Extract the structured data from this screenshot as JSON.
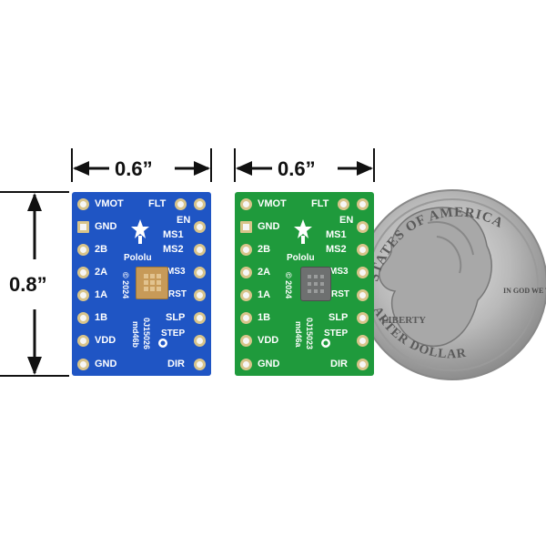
{
  "dimensions": {
    "width_label": "0.6”",
    "height_label": "0.8”"
  },
  "board_blue": {
    "color": "#1f55c4",
    "left_pins": [
      "VMOT",
      "GND",
      "2B",
      "2A",
      "1A",
      "1B",
      "VDD",
      "GND"
    ],
    "right_pins": [
      "FLT",
      "EN",
      "MS1",
      "MS2",
      "MS3",
      "RST",
      "SLP",
      "STEP",
      "DIR"
    ],
    "brand": "Pololu",
    "copyright": "© 2024",
    "part_number": "0J15026",
    "design": "md46b"
  },
  "board_green": {
    "color": "#1f9a3c",
    "left_pins": [
      "VMOT",
      "GND",
      "2B",
      "2A",
      "1A",
      "1B",
      "VDD",
      "GND"
    ],
    "right_pins": [
      "FLT",
      "EN",
      "MS1",
      "MS2",
      "MS3",
      "RST",
      "SLP",
      "STEP",
      "DIR"
    ],
    "brand": "Pololu",
    "copyright": "© 2024",
    "part_number": "0J15023",
    "design": "md46a"
  },
  "coin": {
    "top_text": "STATES OF AMERICA",
    "bottom_text": "ARTER DOLLAR",
    "motto": "IN GOD WE TRUST",
    "liberty": "LIBERTY"
  }
}
